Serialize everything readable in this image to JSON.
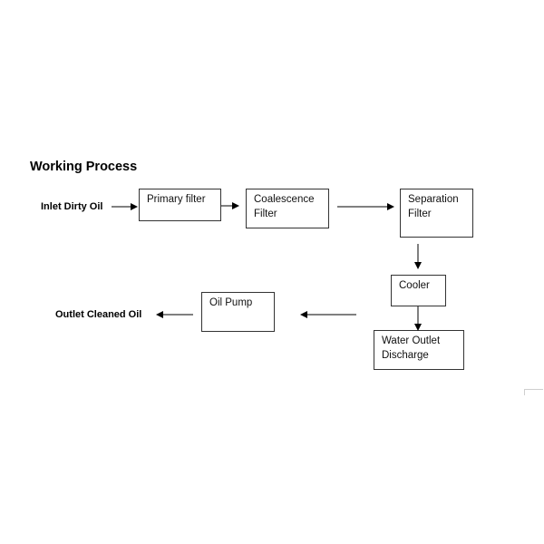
{
  "diagram": {
    "title": "Working Process",
    "inlet_label": "Inlet Dirty Oil",
    "outlet_label": "Outlet Cleaned Oil",
    "nodes": {
      "primary_filter": {
        "lines": [
          "Primary filter"
        ]
      },
      "coalescence_filter": {
        "lines": [
          "Coalescence",
          "Filter"
        ]
      },
      "separation_filter": {
        "lines": [
          "Separation",
          "Filter"
        ]
      },
      "cooler": {
        "lines": [
          "Cooler"
        ]
      },
      "water_outlet": {
        "word1": "Water",
        "word2": "Outlet",
        "line2": "Discharge"
      },
      "oil_pump": {
        "lines": [
          "Oil Pump"
        ]
      }
    },
    "edges": [
      {
        "from": "inlet",
        "to": "primary_filter"
      },
      {
        "from": "primary_filter",
        "to": "coalescence_filter"
      },
      {
        "from": "coalescence_filter",
        "to": "separation_filter"
      },
      {
        "from": "separation_filter",
        "to": "cooler"
      },
      {
        "from": "cooler",
        "to": "water_outlet"
      },
      {
        "from": "right",
        "to": "oil_pump"
      },
      {
        "from": "oil_pump",
        "to": "outlet"
      }
    ],
    "colors": {
      "line": "#000000",
      "box_border": "#333333"
    }
  }
}
